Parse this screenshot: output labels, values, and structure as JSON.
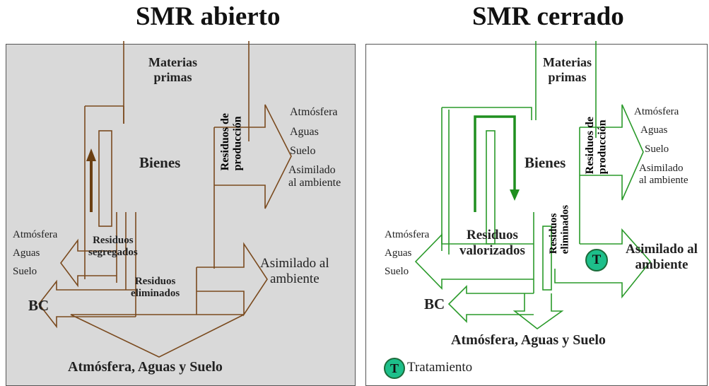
{
  "left": {
    "title": "SMR abierto",
    "materias_primas": "Materias\nprimas",
    "bienes": "Bienes",
    "residuos_produccion": "Residuos de\nproducción",
    "outputs_top": [
      "Atmósfera",
      "Aguas",
      "Suelo",
      "Asimilado\nal ambiente"
    ],
    "outputs_left": [
      "Atmósfera",
      "Aguas",
      "Suelo"
    ],
    "residuos_segregados": "Residuos\nsegregados",
    "residuos_eliminados": "Residuos\neliminados",
    "asimilado": "Asimilado al\nambiente",
    "bc": "BC",
    "bottom": "Atmósfera, Aguas y Suelo"
  },
  "right": {
    "title": "SMR cerrado",
    "materias_primas": "Materias\nprimas",
    "bienes": "Bienes",
    "residuos_produccion": "Residuos de\nproducción",
    "outputs_top": [
      "Atmósfera",
      "Aguas",
      "Suelo",
      "Asimilado\nal ambiente"
    ],
    "outputs_left": [
      "Atmósfera",
      "Aguas",
      "Suelo"
    ],
    "residuos_valorizados": "Residuos\nvalorizados",
    "residuos_eliminados": "Residuos\neliminados",
    "asimilado": "Asimilado al\nambiente",
    "bc": "BC",
    "bottom": "Atmósfera, Aguas y Suelo",
    "t_symbol": "T",
    "legend_label": "Tratamiento"
  },
  "colors": {
    "open_line": "#7a4a1e",
    "closed_line": "#2a9a2a",
    "open_panel": "#d9d9d9",
    "treatment": "#1dbf8a"
  }
}
